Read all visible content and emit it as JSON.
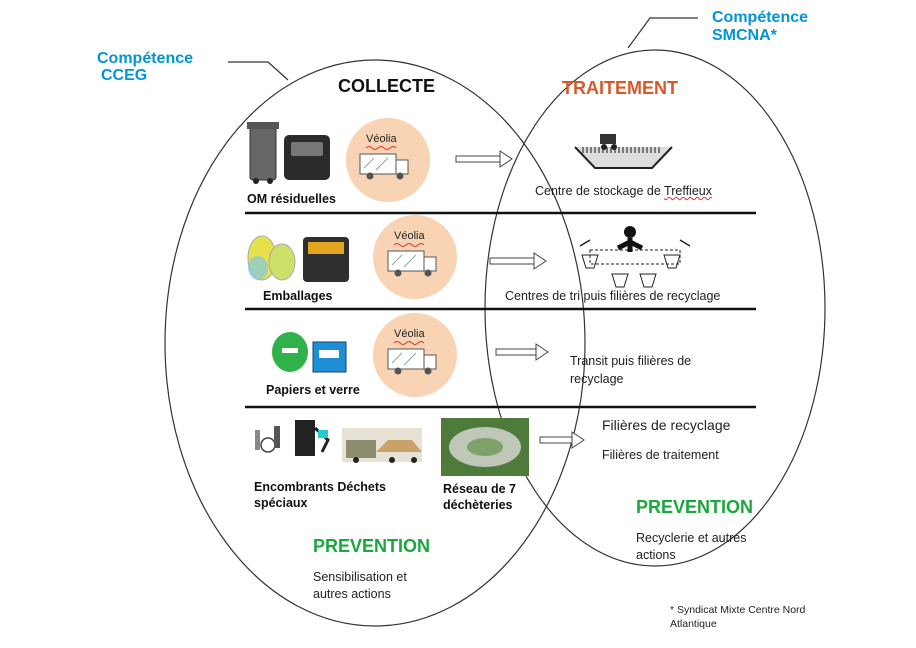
{
  "labels": {
    "cceg_line1": "Compétence",
    "cceg_line2": "CCEG",
    "smcna_line1": "Compétence",
    "smcna_line2": "SMCNA*",
    "collecte": "COLLECTE",
    "traitement": "TRAITEMENT"
  },
  "rows": [
    {
      "left_label": "OM résiduelles",
      "operator": "Véolia",
      "destination_prefix": "Centre de stockage de ",
      "destination_suffix": "Treffieux"
    },
    {
      "left_label": "Emballages",
      "operator": "Véolia",
      "destination": "Centres de tri puis filières de recyclage"
    },
    {
      "left_label": "Papiers et verre",
      "operator": "Véolia",
      "destination_line1": "Transit puis filières de",
      "destination_line2": "recyclage"
    },
    {
      "left_label_line1": "Encombrants Déchets",
      "left_label_line2": "spéciaux",
      "network_line1": "Réseau de 7",
      "network_line2": "déchèteries",
      "destination_line1": "Filières de recyclage",
      "destination_line2": "Filières de traitement"
    }
  ],
  "prevention": {
    "left_title": "PREVENTION",
    "left_line1": "Sensibilisation et",
    "left_line2": "autres actions",
    "right_title": "PREVENTION",
    "right_line1": "Recyclerie et autres",
    "right_line2": "actions"
  },
  "footnote": {
    "line1": "* Syndicat Mixte Centre Nord",
    "line2": "Atlantique"
  },
  "colors": {
    "accent_blue": "#0096d6",
    "traitement_orange": "#d9582b",
    "prevention_green": "#1aa83c",
    "operator_circle": "#f8d4b4"
  }
}
